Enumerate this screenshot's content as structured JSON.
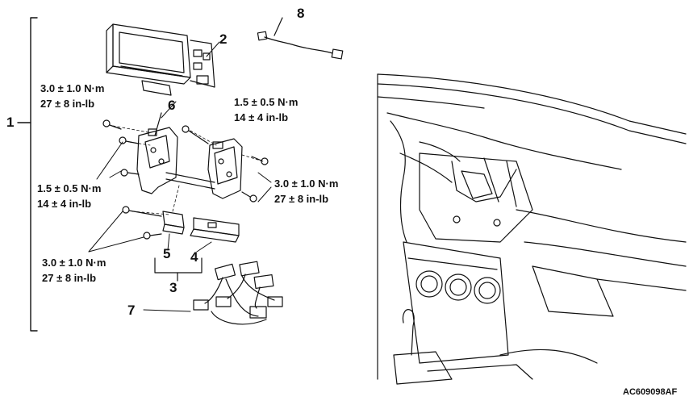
{
  "callouts": {
    "c1": "1",
    "c2": "2",
    "c3": "3",
    "c4": "4",
    "c5": "5",
    "c6": "6",
    "c7": "7",
    "c8": "8"
  },
  "torques": {
    "t_left_top": {
      "nm": "3.0 ± 1.0 N·m",
      "inlb": "27 ± 8 in-lb"
    },
    "t_right_top": {
      "nm": "1.5 ± 0.5 N·m",
      "inlb": "14 ± 4 in-lb"
    },
    "t_left_mid": {
      "nm": "1.5 ± 0.5 N·m",
      "inlb": "14 ± 4 in-lb"
    },
    "t_right_mid": {
      "nm": "3.0 ± 1.0 N·m",
      "inlb": "27 ± 8 in-lb"
    },
    "t_left_bottom": {
      "nm": "3.0 ± 1.0 N·m",
      "inlb": "27 ± 8 in-lb"
    }
  },
  "figure_code": "AC609098AF"
}
